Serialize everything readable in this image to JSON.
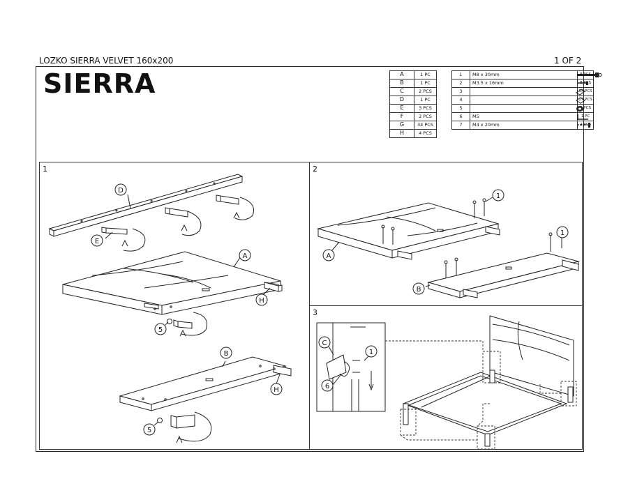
{
  "header": {
    "product_title": "LOZKO SIERRA VELVET 160x200",
    "page": "1 OF 2"
  },
  "brand": "SIERRA",
  "parts": [
    {
      "letter": "A",
      "qty": "1 PC"
    },
    {
      "letter": "B",
      "qty": "1 PC"
    },
    {
      "letter": "C",
      "qty": "2 PCS"
    },
    {
      "letter": "D",
      "qty": "1 PC"
    },
    {
      "letter": "E",
      "qty": "3 PCS"
    },
    {
      "letter": "F",
      "qty": "2 PCS"
    },
    {
      "letter": "G",
      "qty": "34 PCS"
    },
    {
      "letter": "H",
      "qty": "4 PCS"
    }
  ],
  "hardware": [
    {
      "no": "1",
      "desc": "M8 x 30mm",
      "qty": "8 PCS",
      "icon": "bolt-icon"
    },
    {
      "no": "2",
      "desc": "M3.5 x 16mm",
      "qty": "8 PCS",
      "icon": "screw-icon"
    },
    {
      "no": "3",
      "desc": "",
      "qty": "34 PCS",
      "icon": "bracket-icon"
    },
    {
      "no": "4",
      "desc": "",
      "qty": "17 PCS",
      "icon": "clip-icon"
    },
    {
      "no": "5",
      "desc": "",
      "qty": "4 PCS",
      "icon": "washer-icon"
    },
    {
      "no": "6",
      "desc": "M5",
      "qty": "1 PC",
      "icon": "allen-key-icon"
    },
    {
      "no": "7",
      "desc": "M4 x 20mm",
      "qty": "2 PCS",
      "icon": "wood-screw-icon"
    }
  ],
  "steps": {
    "s1": {
      "num": "1",
      "labels": {
        "D": "D",
        "E": "E",
        "A": "A",
        "H1": "H",
        "c5a": "5",
        "B": "B",
        "H2": "H",
        "c5b": "5"
      }
    },
    "s2": {
      "num": "2",
      "labels": {
        "c1a": "1",
        "A": "A",
        "c1b": "1",
        "B": "B"
      }
    },
    "s3": {
      "num": "3",
      "labels": {
        "C": "C",
        "c1": "1",
        "c6": "6"
      }
    }
  }
}
